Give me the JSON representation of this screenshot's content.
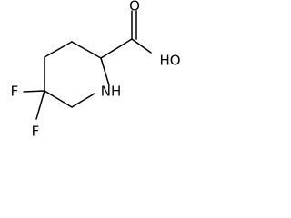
{
  "molecule": {
    "atoms": {
      "o_carbonyl": "O",
      "hydroxyl": "HO",
      "nh": "NH",
      "f_upper": "F",
      "f_lower": "F"
    },
    "colors": {
      "ink": "#000000",
      "background": "#ffffff"
    }
  }
}
